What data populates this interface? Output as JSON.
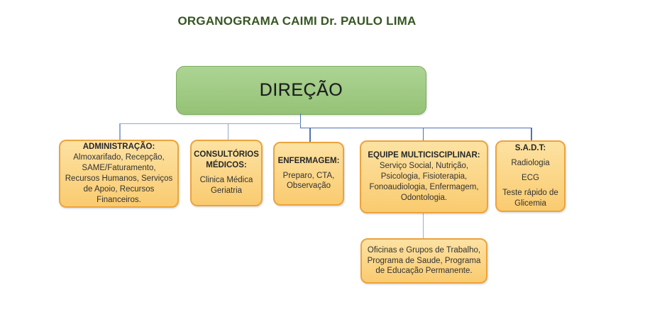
{
  "title": {
    "text": "ORGANOGRAMA CAIMI Dr. PAULO LIMA"
  },
  "root": {
    "label": "DIREÇÃO"
  },
  "departments": [
    {
      "id": "administracao",
      "header": "ADMINISTRAÇÃO:",
      "body": [
        "Almoxarifado, Recepção, SAME/Faturamento, Recursos Humanos, Serviços de Apoio, Recursos Financeiros."
      ]
    },
    {
      "id": "consultorios-medicos",
      "header": "CONSULTÓRIOS MÉDICOS:",
      "body": [
        "Clinica Médica Geriatria"
      ]
    },
    {
      "id": "enfermagem",
      "header": "ENFERMAGEM:",
      "body": [
        "Preparo, CTA, Observação"
      ]
    },
    {
      "id": "equipe-multiciscriplinar",
      "header": "EQUIPE MULTICISCIPLINAR:",
      "body": [
        "Serviço Social, Nutrição, Psicologia, Fisioterapia, Fonoaudiologia, Enfermagem, Odontologia."
      ]
    },
    {
      "id": "sadt",
      "header": "S.A.D.T:",
      "body": [
        "Radiologia",
        "ECG",
        "Teste rápido de Glicemia"
      ]
    }
  ],
  "sub_department": {
    "parent": "equipe-multiciscriplinar",
    "body": "Oficinas e Grupos de Trabalho, Programa de Saude, Programa de Educação Permanente."
  },
  "colors": {
    "title_green": "#375623",
    "green_border": "#7fac5f",
    "green_top": "#acd494",
    "green_bottom": "#95c276",
    "gold_border": "#eca33c",
    "gold_top": "#fce2a2",
    "gold_bottom": "#facb70",
    "conn_light": "#94a8ce",
    "conn_dark": "#4f73b3",
    "conn_sub": "#94b2d9",
    "ink": "#333333"
  }
}
